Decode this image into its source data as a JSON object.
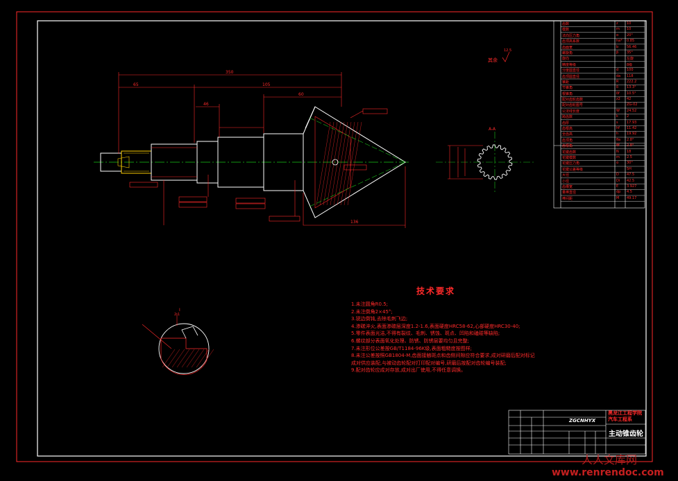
{
  "drawing": {
    "title": "主动锥齿轮",
    "school": "黑龙江工程学院汽车工程系",
    "scale_code": "ZGCNHYX",
    "roughness_note": "其余",
    "roughness_value": "12.5",
    "section_label": "A-A",
    "detail_label": "I",
    "detail_scale": "2:1"
  },
  "dimensions": {
    "overall_length": "350",
    "seg1": "65",
    "seg2": "105",
    "seg3": "46",
    "seg4": "60",
    "cone_length": "136"
  },
  "technical_requirements": {
    "heading": "技术要求",
    "items": [
      "1.未注圆角R0.5;",
      "2.未注倒角2×45°;",
      "3.锐边倒钝,去除毛刺飞边;",
      "4.渗碳淬火,表面渗碳层深度1.2-1.6,表面硬度HRC58-62,心部硬度HRC30-40;",
      "5.零件表面光洁,不得有裂纹、毛刺、锈蚀、斑点、凹陷和磕碰等缺陷;",
      "6.螺纹部分表面氧化处理、防锈、防锈层要均匀且完整;",
      "7.未注形位公差按GB/T1184-96K级,表面粗糙度按图样;",
      "8.未注公差按照GB1804-M,齿面接触斑点和齿侧间隙应符合要求,成对研磨后配对标记",
      "  成对供应装配,与被动齿轮配对打印配对编号,研磨后按配对齿轮编号装配;",
      "9.配对齿轮应成对存放,成对出厂使用,不得任意调换。"
    ]
  },
  "param_table": [
    {
      "name": "齿数",
      "sym": "z",
      "val": "10"
    },
    {
      "name": "模数",
      "sym": "m",
      "val": "10"
    },
    {
      "name": "法向压力角",
      "sym": "α",
      "val": "20°"
    },
    {
      "name": "齿顶高系数",
      "sym": "ha*",
      "val": "0.85"
    },
    {
      "name": "齿面宽",
      "sym": "b",
      "val": "56.46"
    },
    {
      "name": "螺旋角",
      "sym": "β",
      "val": "35°"
    },
    {
      "name": "旋向",
      "sym": "",
      "val": "左旋"
    },
    {
      "name": "精度等级",
      "sym": "",
      "val": "8级"
    },
    {
      "name": "分度圆直径",
      "sym": "d",
      "val": "100"
    },
    {
      "name": "齿顶圆直径",
      "sym": "da",
      "val": "118"
    },
    {
      "name": "锥距",
      "sym": "R",
      "val": "222.2"
    },
    {
      "name": "节锥角",
      "sym": "δ",
      "val": "13.3°"
    },
    {
      "name": "根锥角",
      "sym": "δf",
      "val": "10.5°"
    },
    {
      "name": "配对齿轮齿数",
      "sym": "z2",
      "val": "42"
    },
    {
      "name": "配对齿轮图号",
      "sym": "",
      "val": "ZG-02"
    },
    {
      "name": "公法线长度",
      "sym": "W",
      "val": "24.52"
    },
    {
      "name": "跨齿数",
      "sym": "k",
      "val": "2"
    },
    {
      "name": "齿厚",
      "sym": "s",
      "val": "17.93"
    },
    {
      "name": "齿根高",
      "sym": "hf",
      "val": "11.42"
    },
    {
      "name": "全齿高",
      "sym": "h",
      "val": "19.92"
    },
    {
      "name": "齿顶角",
      "sym": "θa",
      "val": "2.8°"
    },
    {
      "name": "齿根角",
      "sym": "θf",
      "val": "2.8°"
    },
    {
      "name": "花键齿数",
      "sym": "N",
      "val": "18"
    },
    {
      "name": "花键模数",
      "sym": "m",
      "val": "2.5"
    },
    {
      "name": "花键压力角",
      "sym": "α",
      "val": "30°"
    },
    {
      "name": "花键公差等级",
      "sym": "",
      "val": "5H"
    },
    {
      "name": "大径",
      "sym": "D",
      "val": "47.5"
    },
    {
      "name": "小径",
      "sym": "Di",
      "val": "42.5"
    },
    {
      "name": "齿槽宽",
      "sym": "E",
      "val": "3.927"
    },
    {
      "name": "量棒直径",
      "sym": "dp",
      "val": "4.5"
    },
    {
      "name": "棒间距",
      "sym": "M",
      "val": "49.17"
    }
  ],
  "colors": {
    "background": "#000000",
    "red": "#ff2a2a",
    "white": "#ffffff",
    "yellow": "#ffd000",
    "green": "#19c719",
    "cyan": "#00e0ff",
    "watermark": "#c41f1f"
  },
  "watermark": {
    "cn": "人人文库网",
    "url": "www.renrendoc.com"
  }
}
